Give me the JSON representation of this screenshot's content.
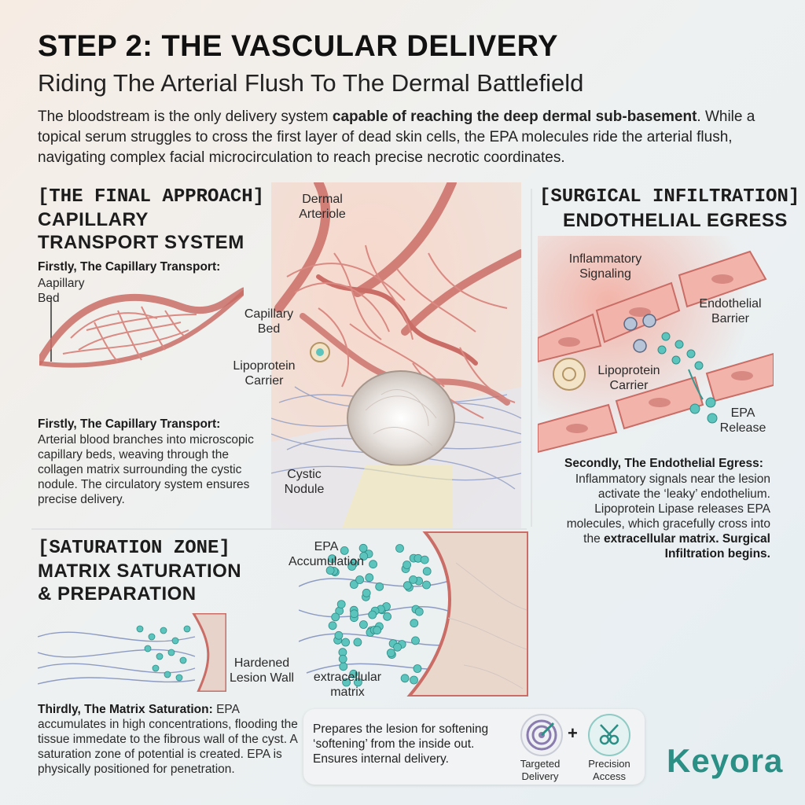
{
  "header": {
    "title": "STEP 2: THE VASCULAR DELIVERY",
    "subtitle": "Riding The Arterial Flush To The Dermal Battlefield",
    "intro_a": "The bloodstream is the only delivery system ",
    "intro_bold": "capable of reaching the deep dermal sub-basement",
    "intro_b": ". While a topical serum struggles to cross the first layer of dead skin cells, the EPA molecules ride the arterial flush, navigating complex facial microcirculation to reach precise necrotic coordinates."
  },
  "panel_capillary": {
    "tag": "[THE FINAL APPROACH]",
    "heading_1": "CAPILLARY",
    "heading_2": "TRANSPORT SYSTEM",
    "step_label": "Firstly, The Capillary Transport:",
    "small_label_1": "Aapillary",
    "small_label_2": "Bed",
    "step_heading": "Firstly, The Capillary Transport:",
    "step_body": "Arterial blood branches into microscopic capillary beds, weaving through the collagen matrix surrounding the cystic nodule. The circulatory system ensures precise delivery."
  },
  "center_diagram": {
    "label_arteriole_1": "Dermal",
    "label_arteriole_2": "Arteriole",
    "label_capillary_1": "Capillary",
    "label_capillary_2": "Bed",
    "label_lipo_1": "Lipoprotein",
    "label_lipo_2": "Carrier",
    "label_cyst_1": "Cystic",
    "label_cyst_2": "Nodule"
  },
  "panel_egress": {
    "tag": "[SURGICAL INFILTRATION]",
    "heading": "ENDOTHELIAL EGRESS",
    "label_inflam_1": "Inflammatory",
    "label_inflam_2": "Signaling",
    "label_barrier_1": "Endothelial",
    "label_barrier_2": "Barrier",
    "label_lipo_1": "Lipoprotein",
    "label_lipo_2": "Carrier",
    "label_epa_1": "EPA",
    "label_epa_2": "Release",
    "step_heading": "Secondly, The Endothelial Egress:",
    "body_1": "Inflammatory signals near the lesion activate the ‘leaky’ endothelium. Lipoprotein Lipase releases EPA molecules, which gracefully cross into the ",
    "body_bold_1": "extracellular matrix.",
    "body_bold_2": "Surgical Infiltration begins."
  },
  "panel_saturation": {
    "tag": "[SATURATION ZONE]",
    "heading_1": "MATRIX SATURATION",
    "heading_2": "& PREPARATION",
    "label_wall_1": "Hardened",
    "label_wall_2": "Lesion Wall",
    "label_epa_1": "EPA",
    "label_epa_2": "Accumulation",
    "label_ecm_1": "extracellular",
    "label_ecm_2": "matrix",
    "step_heading": "Thirdly, The Matrix Saturation:",
    "step_body": " EPA accumulates in high concentrations, flooding the tissue immedate to the fibrous wall of the cyst. A saturation zone of potential is created. EPA is physically positioned for penetration."
  },
  "callout": {
    "text": "Prepares the lesion for softening ‘softening’ from the inside out. Ensures internal delivery.",
    "plus": "+",
    "icon1_label_1": "Targeted",
    "icon1_label_2": "Delivery",
    "icon2_label_1": "Precision",
    "icon2_label_2": "Access",
    "icon1": "target-icon",
    "icon2": "scalpel-icon"
  },
  "brand": {
    "logo": "Keyora",
    "color": "#2b8f86"
  },
  "colors": {
    "vessel": "#d9837d",
    "vessel_light": "#f2c1b6",
    "epa": "#5cc3bd",
    "fiber": "#9aa8c8"
  }
}
